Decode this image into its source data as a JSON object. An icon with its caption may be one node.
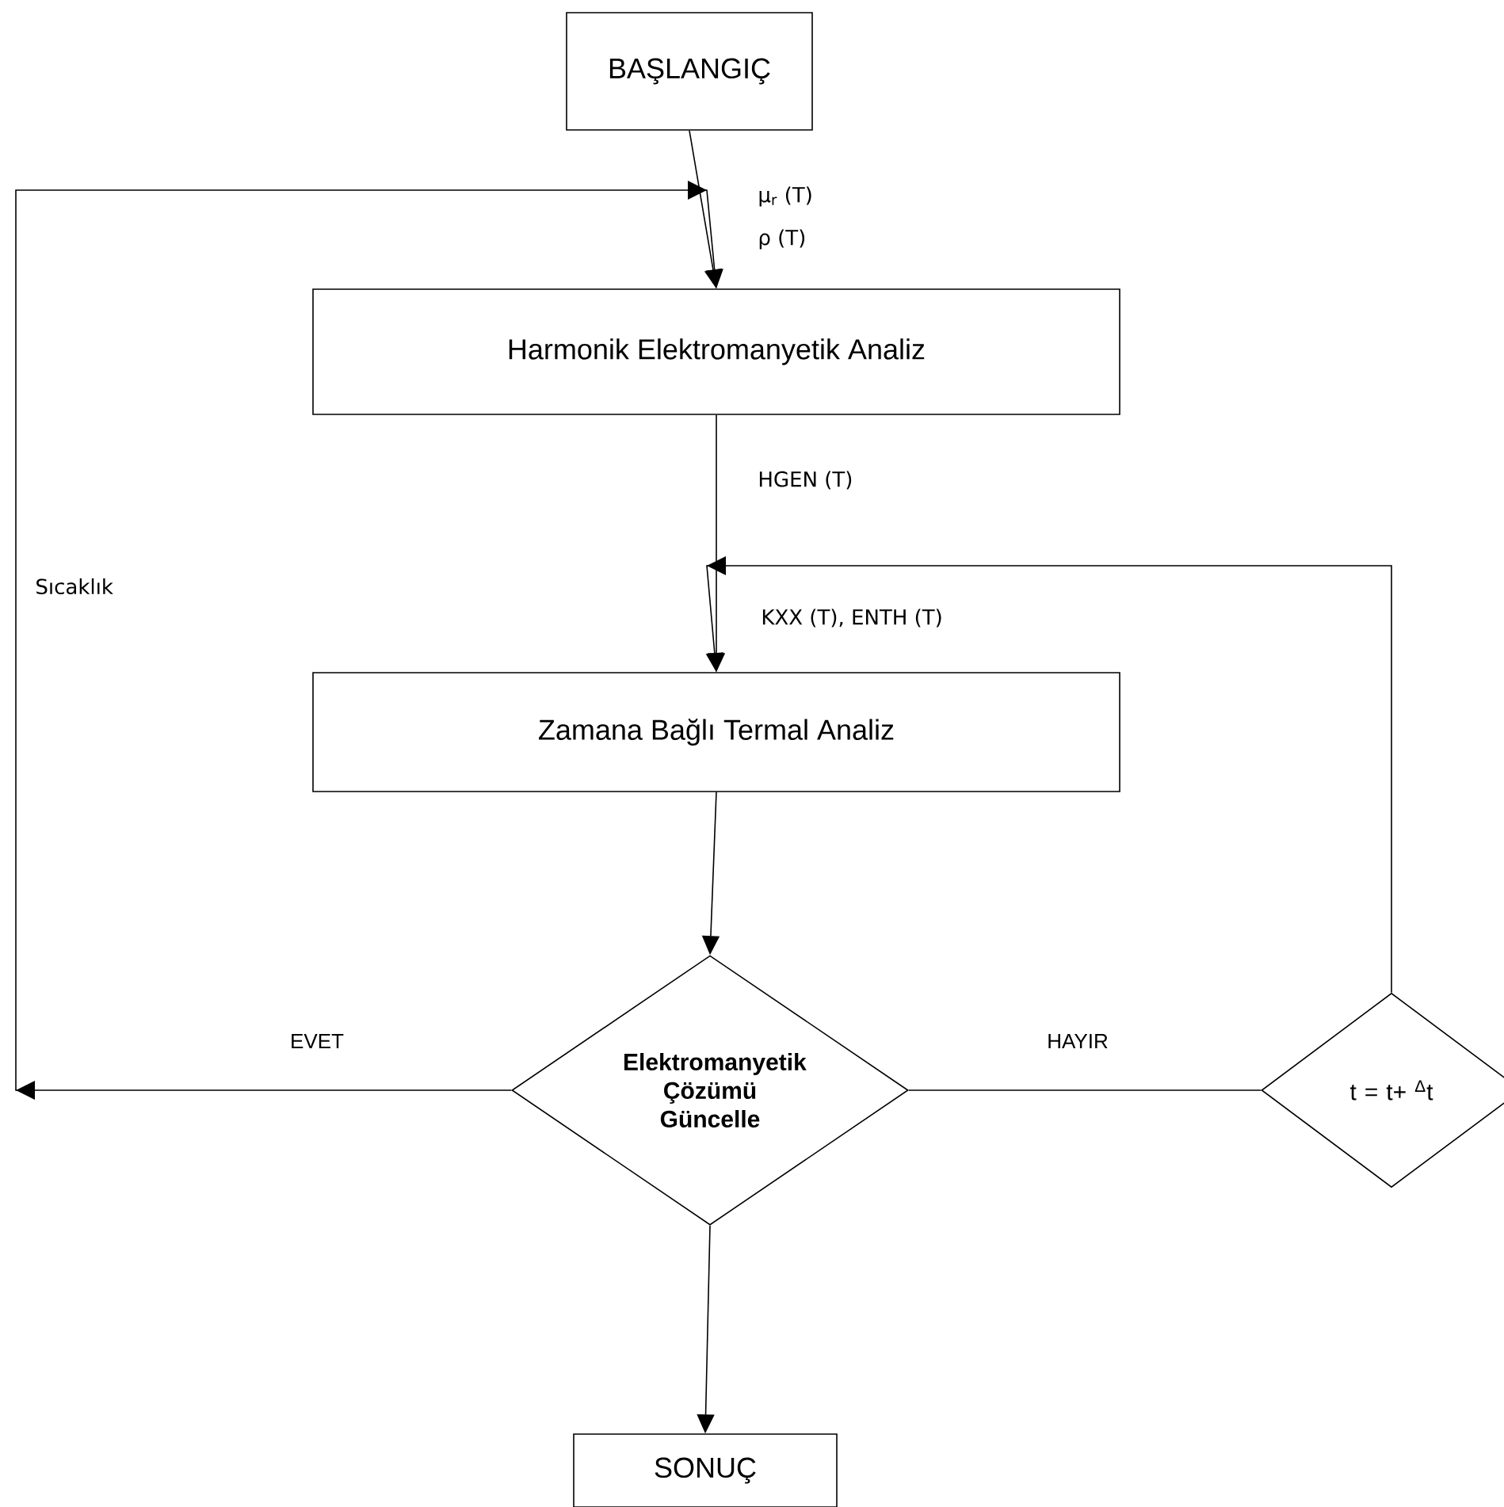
{
  "diagram": {
    "nodes": [
      {
        "text": [
          "BAŞLANGIÇ"
        ]
      },
      {
        "text": [
          "Harmonik Elektromanyetik Analiz"
        ]
      },
      {
        "text": [
          "Zamana Bağlı Termal Analiz"
        ]
      },
      {
        "text": [
          "Elektromanyetik Çözümü Güncelle"
        ]
      },
      {
        "text": [
          "t = t+ $^{Δ}$t"
        ]
      },
      {
        "text": [
          "SONUÇ"
        ]
      }
    ],
    "edges": [
      {
        "from": 0,
        "to": 1,
        "arrow": "to"
      },
      {
        "from": 1,
        "to": 2,
        "arrow": "to"
      },
      {
        "from": 2,
        "to": 3,
        "arrow": "to"
      },
      {
        "from": 3,
        "to": 1,
        "arrow": "to",
        "label": "EVET"
      },
      {
        "from": 3,
        "to": 4,
        "arrow": "none",
        "label": "HAYIR"
      },
      {
        "from": 4,
        "to": 2,
        "arrow": "to"
      },
      {
        "from": 3,
        "to": 5,
        "arrow": "to"
      }
    ],
    "labels": [
      "μ$_{r}$ (T)",
      "ρ (T)",
      "HGEN (T)",
      "Sıcaklık",
      "KXX (T), ENTH (T)"
    ]
  }
}
